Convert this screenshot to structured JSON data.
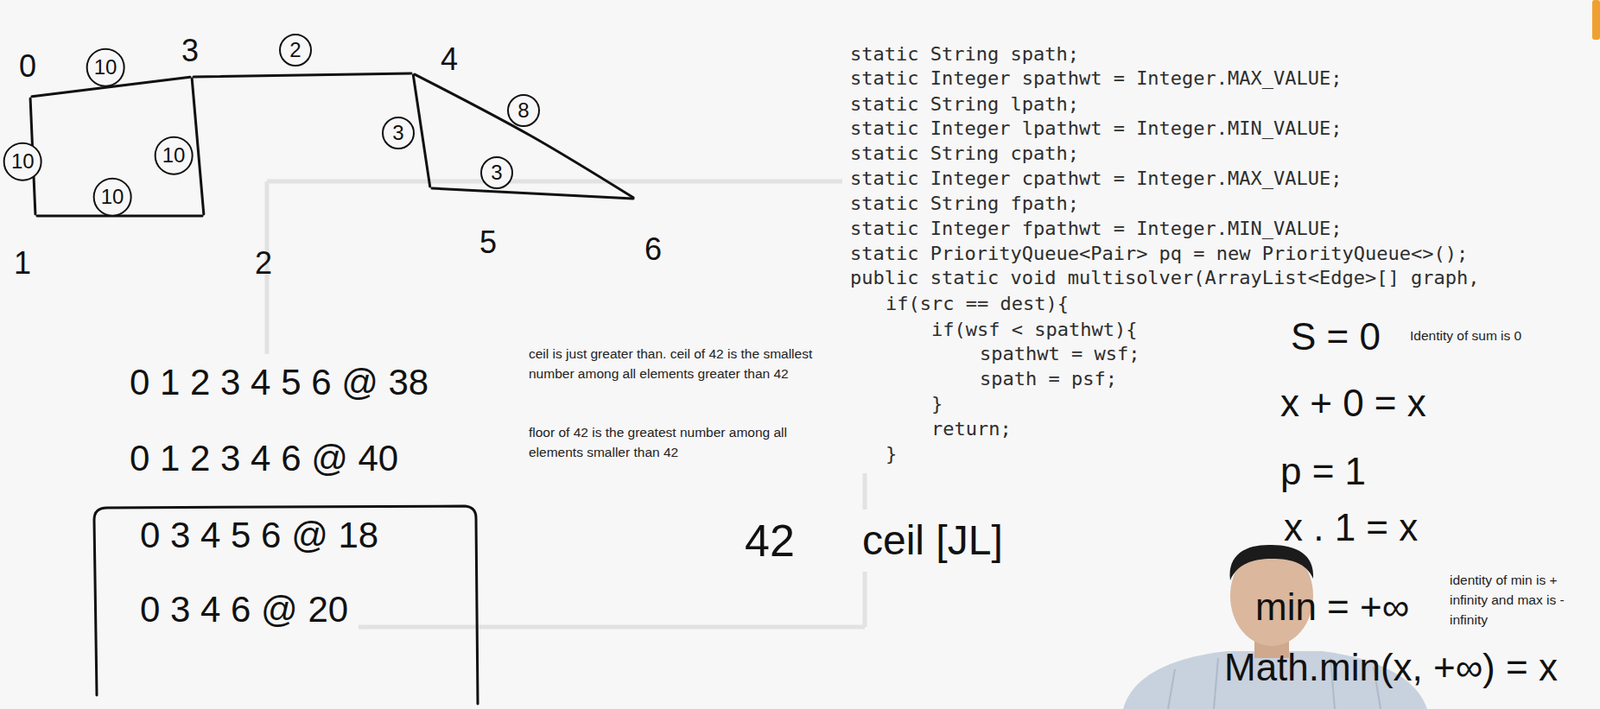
{
  "diagram": {
    "nodes": [
      {
        "text": [
          "0"
        ]
      },
      {
        "text": [
          "3"
        ]
      },
      {
        "text": [
          "4"
        ]
      },
      {
        "text": [
          "1"
        ]
      },
      {
        "text": [
          "2"
        ]
      },
      {
        "text": [
          "5"
        ]
      },
      {
        "text": [
          "6"
        ]
      }
    ],
    "edges": [
      {
        "from": 0,
        "to": 1,
        "arrow": "none",
        "label": "10"
      },
      {
        "from": 0,
        "to": 3,
        "arrow": "none",
        "label": "10"
      },
      {
        "from": 1,
        "to": 4,
        "arrow": "none",
        "label": "10"
      },
      {
        "from": 3,
        "to": 4,
        "arrow": "none",
        "label": "10"
      },
      {
        "from": 1,
        "to": 2,
        "arrow": "none",
        "label": "2"
      },
      {
        "from": 2,
        "to": 5,
        "arrow": "none",
        "label": "3"
      },
      {
        "from": 2,
        "to": 6,
        "arrow": "none",
        "label": "8"
      },
      {
        "from": 5,
        "to": 6,
        "arrow": "none",
        "label": "3"
      }
    ],
    "labels": [
      "static String spath;",
      "static Integer spathwt = Integer.MAX_VALUE;",
      "static String lpath;",
      "static Integer lpathwt = Integer.MIN_VALUE;",
      "static String cpath;",
      "static Integer cpathwt = Integer.MAX_VALUE;",
      "static String fpath;",
      "static Integer fpathwt = Integer.MIN_VALUE;",
      "static PriorityQueue<Pair> pq = new PriorityQueue<>();",
      "public static void multisolver(ArrayList<Edge>[] graph,",
      "if(src == dest){",
      "if(wsf < spathwt){",
      "spathwt = wsf;",
      "spath = psf;",
      "}",
      "return;",
      "}",
      "ceil is just greater than. ceil of 42 is the smallest number among all elements greater than 42",
      "floor of 42 is the greatest number among all elements smaller than 42",
      "0 1 2 3 4 5 6 @ 38",
      "0 1 2 3 4 6 @ 40",
      "0 3 4 5 6 @ 18",
      "0 3 4 6 @ 20",
      "42",
      "ceil [JL]",
      "S = 0",
      "Identity of sum is 0",
      "x + 0 = x",
      "p = 1",
      "x . 1 = x",
      "min = +∞",
      "identity of min is + infinity and max is - infinity",
      "Math.min(x, +∞) = x"
    ]
  }
}
